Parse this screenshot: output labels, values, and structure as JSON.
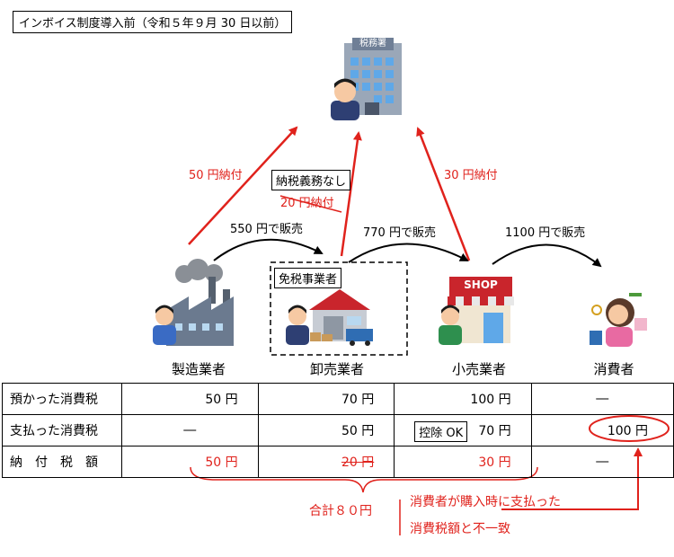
{
  "title": "インボイス制度導入前（令和５年９月 30 日以前）",
  "tax_office": {
    "label": "税務署"
  },
  "payments": {
    "manufacturer": "50 円納付",
    "wholesaler_box": "納税義務なし",
    "wholesaler_struck": "20 円納付",
    "retailer": "30 円納付"
  },
  "sales": {
    "s1": "550 円で販売",
    "s2": "770 円で販売",
    "s3": "1100 円で販売"
  },
  "exempt_label": "免税事業者",
  "shop_sign": "SHOP",
  "actors": [
    "製造業者",
    "卸売業者",
    "小売業者",
    "消費者"
  ],
  "table": {
    "rows": [
      {
        "label": "預かった消費税",
        "cells": [
          "50 円",
          "70 円",
          "100 円",
          "―"
        ]
      },
      {
        "label": "支払った消費税",
        "cells": [
          "―",
          "50 円",
          "70 円",
          "100 円"
        ],
        "deduction": "控除 OK"
      },
      {
        "label": "納付税額",
        "cells": [
          "50 円",
          "20 円",
          "30 円",
          "―"
        ]
      }
    ]
  },
  "total": "合計８０円",
  "note_line1": "消費者が購入時に支払った",
  "note_line2": "消費税額と不一致",
  "colors": {
    "accent_red": "#e0221c"
  }
}
